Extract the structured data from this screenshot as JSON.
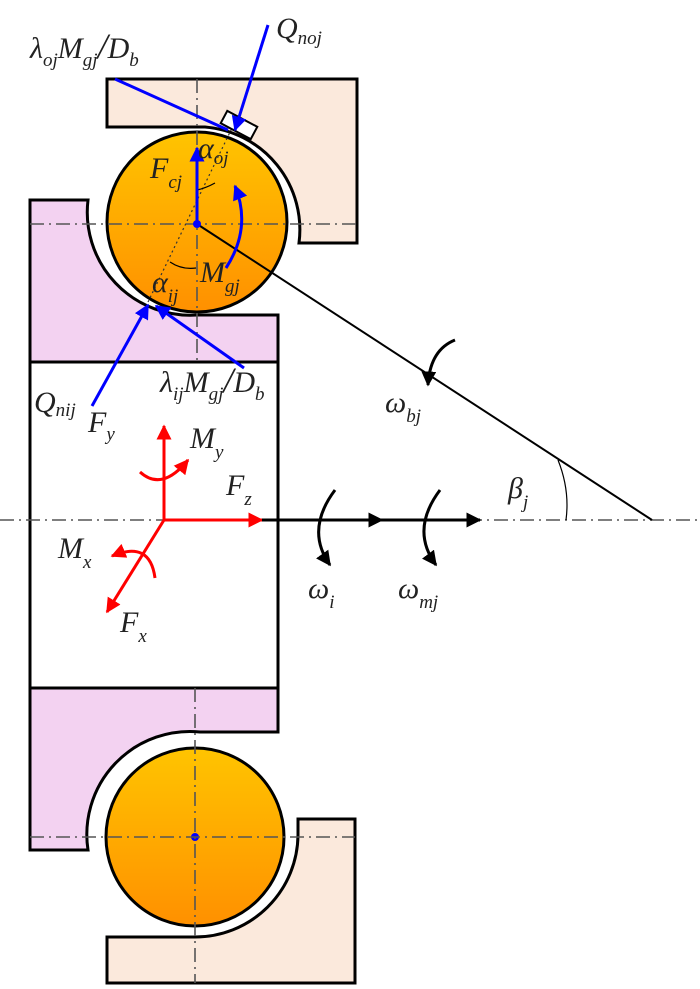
{
  "title": "Angular contact ball bearing force and moment diagram",
  "colors": {
    "outer_ring": "#fbe9dc",
    "inner_ring": "#f3d2f1",
    "ball_top": "#ffc200",
    "ball_bottom": "#ff9200",
    "load_vectors": "#0000ff",
    "shaft_loads": "#ff0000",
    "outline": "#000000"
  },
  "labels": {
    "lambda_oj": {
      "l": "λ",
      "l_sub": "oj",
      "m": "M",
      "m_sub": "gj",
      "slash": "/",
      "d": "D",
      "d_sub": "b"
    },
    "q_noj": {
      "main": "Q",
      "sub": "noj"
    },
    "f_cj": {
      "main": "F",
      "sub": "cj"
    },
    "alpha_oj": {
      "main": "α",
      "sub": "oj"
    },
    "alpha_ij": {
      "main": "α",
      "sub": "ij"
    },
    "m_gj": {
      "main": "M",
      "sub": "gj"
    },
    "q_nij": {
      "main": "Q",
      "sub": "nij"
    },
    "lambda_ij": {
      "l": "λ",
      "l_sub": "ij",
      "m": "M",
      "m_sub": "gj",
      "slash": "/",
      "d": "D",
      "d_sub": "b"
    },
    "f_y": {
      "main": "F",
      "sub": "y"
    },
    "m_y": {
      "main": "M",
      "sub": "y"
    },
    "f_z": {
      "main": "F",
      "sub": "z"
    },
    "m_x": {
      "main": "M",
      "sub": "x"
    },
    "f_x": {
      "main": "F",
      "sub": "x"
    },
    "omega_i": {
      "main": "ω",
      "sub": "i"
    },
    "omega_mj": {
      "main": "ω",
      "sub": "mj"
    },
    "omega_bj": {
      "main": "ω",
      "sub": "bj"
    },
    "beta_j": {
      "main": "β",
      "sub": "j"
    }
  }
}
